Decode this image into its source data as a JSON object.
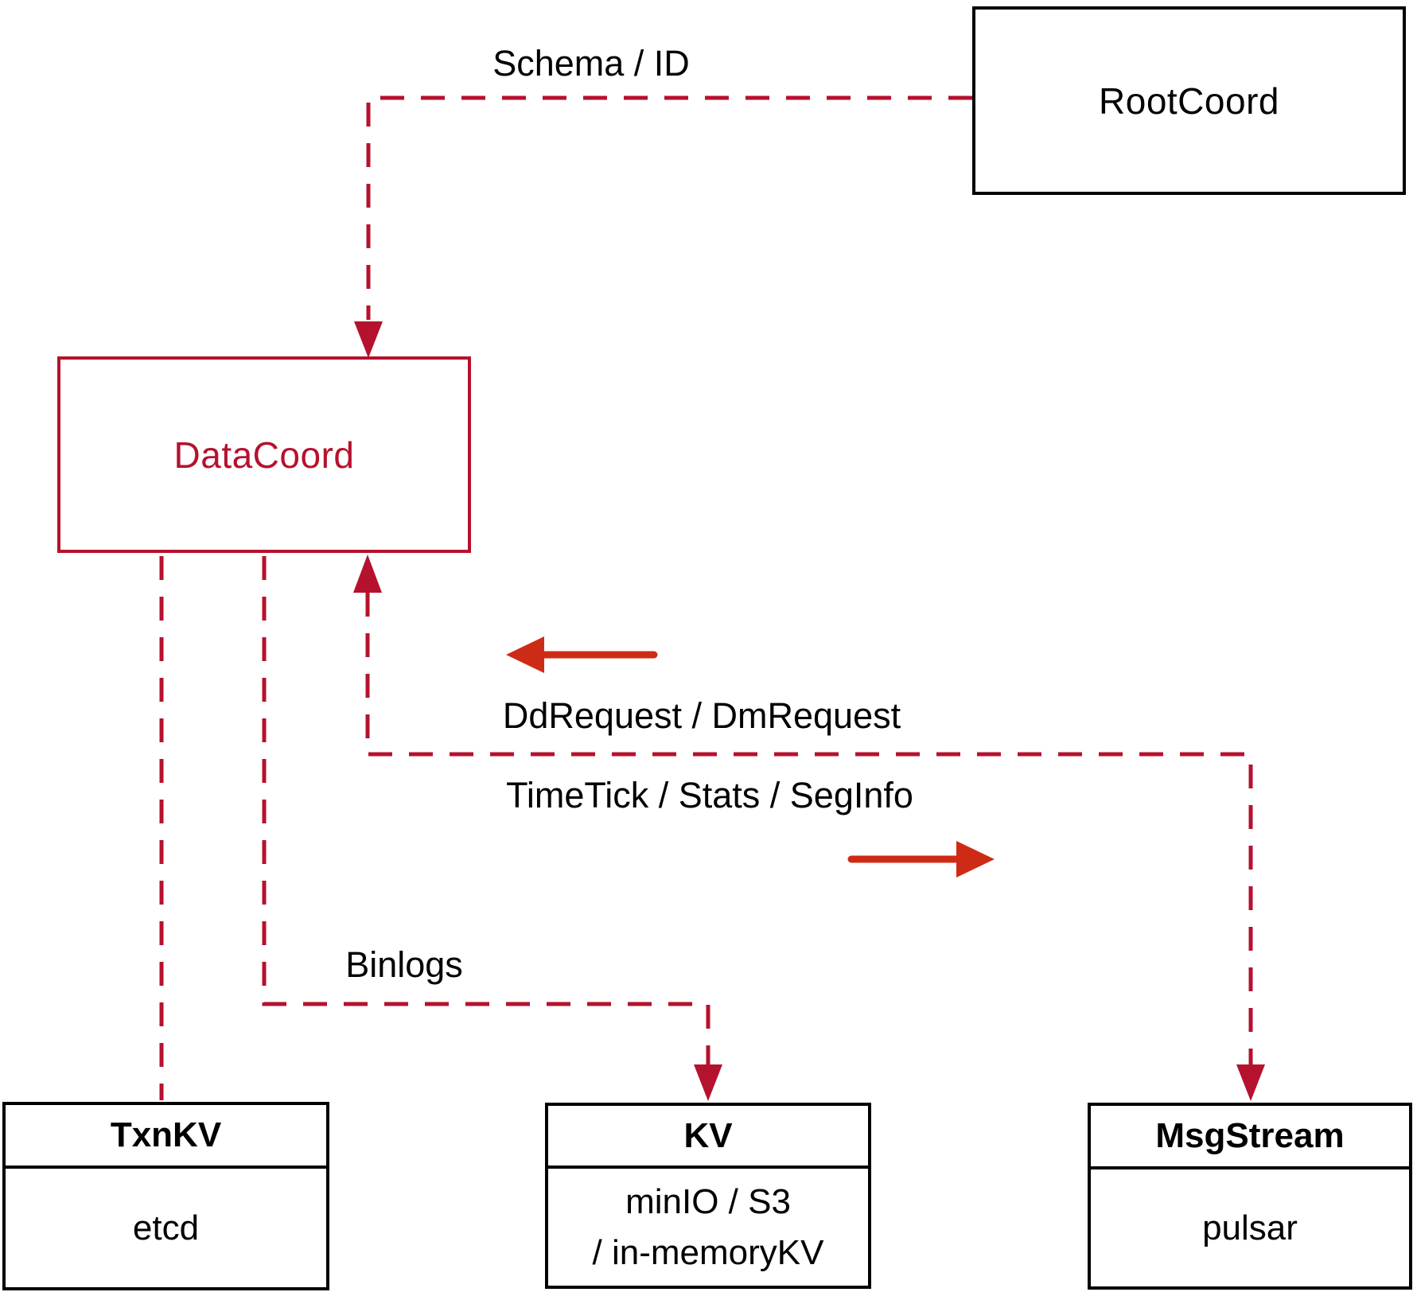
{
  "colors": {
    "crimson": "#B5122D",
    "red": "#CE2B16",
    "ink": "#000000"
  },
  "nodes": {
    "rootcoord": {
      "label": "RootCoord"
    },
    "datacoord": {
      "label": "DataCoord"
    },
    "txnkv": {
      "title": "TxnKV",
      "body": "etcd"
    },
    "kv": {
      "title": "KV",
      "body_line1": "minIO / S3",
      "body_line2": "/ in-memoryKV"
    },
    "msgstream": {
      "title": "MsgStream",
      "body": "pulsar"
    }
  },
  "edges": {
    "schema_id": {
      "label": "Schema / ID"
    },
    "dd_request": {
      "label": "DdRequest / DmRequest"
    },
    "time_tick": {
      "label": "TimeTick / Stats / SegInfo"
    },
    "binlogs": {
      "label": "Binlogs"
    }
  }
}
